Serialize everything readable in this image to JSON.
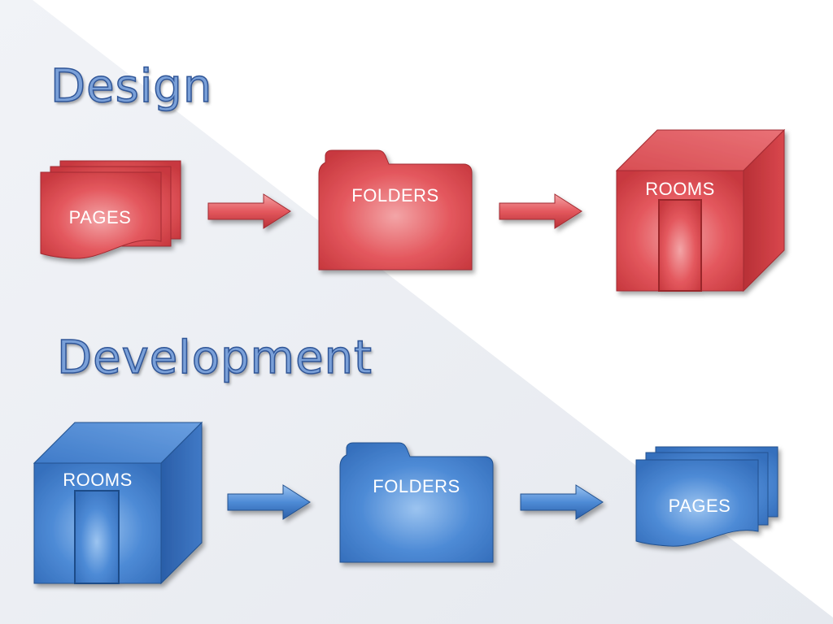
{
  "colors": {
    "red_fill": "#e4585e",
    "red_light": "#f3a5a7",
    "red_dark": "#b83036",
    "blue_fill": "#4e8bd6",
    "blue_light": "#9cc4f0",
    "blue_dark": "#2a5ea8",
    "heading_fill": "#7aa0d8",
    "heading_stroke": "#2f5597"
  },
  "design": {
    "heading": "Design",
    "color": "red",
    "steps": [
      {
        "shape": "pages-stack",
        "label": "PAGES"
      },
      {
        "shape": "arrow-right",
        "label": ""
      },
      {
        "shape": "folder",
        "label": "FOLDERS"
      },
      {
        "shape": "arrow-right",
        "label": ""
      },
      {
        "shape": "room-cube",
        "label": "ROOMS"
      }
    ]
  },
  "development": {
    "heading": "Development",
    "color": "blue",
    "steps": [
      {
        "shape": "room-cube",
        "label": "ROOMS"
      },
      {
        "shape": "arrow-right",
        "label": ""
      },
      {
        "shape": "folder",
        "label": "FOLDERS"
      },
      {
        "shape": "arrow-right",
        "label": ""
      },
      {
        "shape": "pages-stack",
        "label": "PAGES"
      }
    ]
  }
}
